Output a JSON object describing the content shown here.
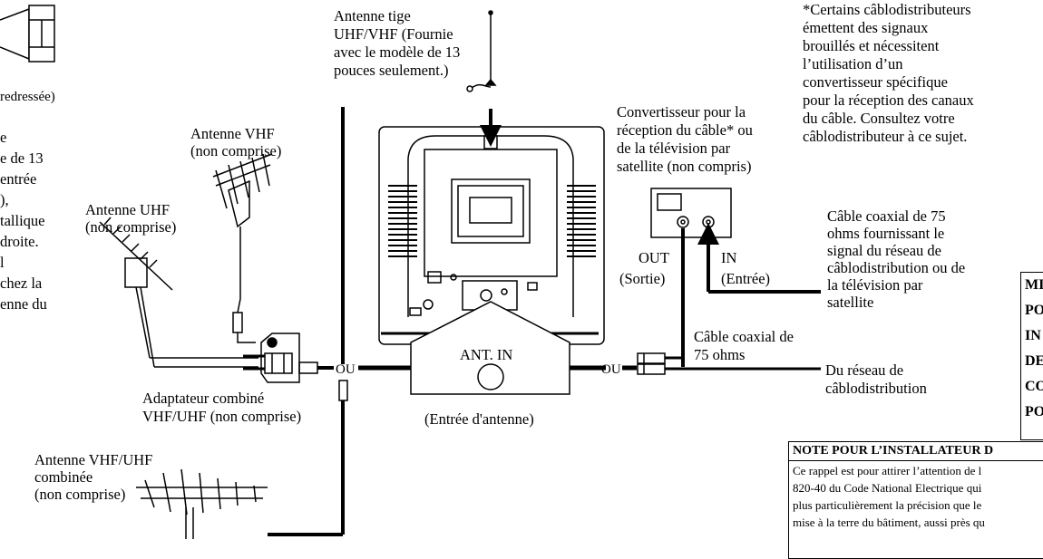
{
  "labels": {
    "top_left_caption": "redressée)",
    "left_text_lines": [
      "e",
      "e de 13",
      "entrée",
      "),",
      "tallique",
      "droite.",
      "l",
      "chez la",
      "enne du"
    ],
    "rod_antenna_lines": [
      "Antenne tige",
      "UHF/VHF (Fournie",
      "avec le modèle de 13",
      "pouces seulement.)"
    ],
    "vhf_antenna_lines": [
      "Antenne VHF",
      "(non comprise)"
    ],
    "uhf_antenna_lines": [
      "Antenne UHF",
      "(non comprise)"
    ],
    "combined_adapter_lines": [
      "Adaptateur combiné",
      "VHF/UHF (non comprise)"
    ],
    "combined_antenna_lines": [
      "Antenne VHF/UHF",
      "combinée",
      "(non comprise)"
    ],
    "or_left": "OU",
    "or_right": "OU",
    "ant_in": "ANT. IN",
    "ant_in_caption": "(Entrée d'antenne)",
    "converter_lines": [
      "Convertisseur pour la",
      "réception du câble* ou",
      "de la télévision par",
      "satellite (non compris)"
    ],
    "out_label": "OUT",
    "out_caption": "(Sortie)",
    "in_label": "IN",
    "in_caption": "(Entrée)",
    "cable_signal_lines": [
      "Câble coaxial de 75",
      "ohms fournissant le",
      "signal du réseau de",
      "câblodistribution ou de",
      "la télévision par",
      "satellite"
    ],
    "coax_lines": [
      "Câble coaxial de",
      "75 ohms"
    ],
    "cable_network_lines": [
      "Du réseau de",
      "câblodistribution"
    ],
    "cable_note_lines": [
      "*Certains câblodistributeurs",
      "émettent des signaux",
      "brouillés et nécessitent",
      "l’utilisation d’un",
      "convertisseur spécifique",
      "pour la réception des canaux",
      "du câble. Consultez votre",
      "câblodistributeur à ce sujet."
    ]
  },
  "side_box_lines": [
    "MI",
    "PO",
    "IN",
    "DE",
    "CO",
    "PO"
  ],
  "installer_note": {
    "title": "NOTE POUR L’INSTALLATEUR D",
    "lines": [
      "Ce rappel est pour attirer l’attention de l",
      "820-40 du Code National Electrique qui",
      "plus particulièrement la précision que le",
      "mise à la terre du bâtiment, aussi près qu"
    ]
  }
}
